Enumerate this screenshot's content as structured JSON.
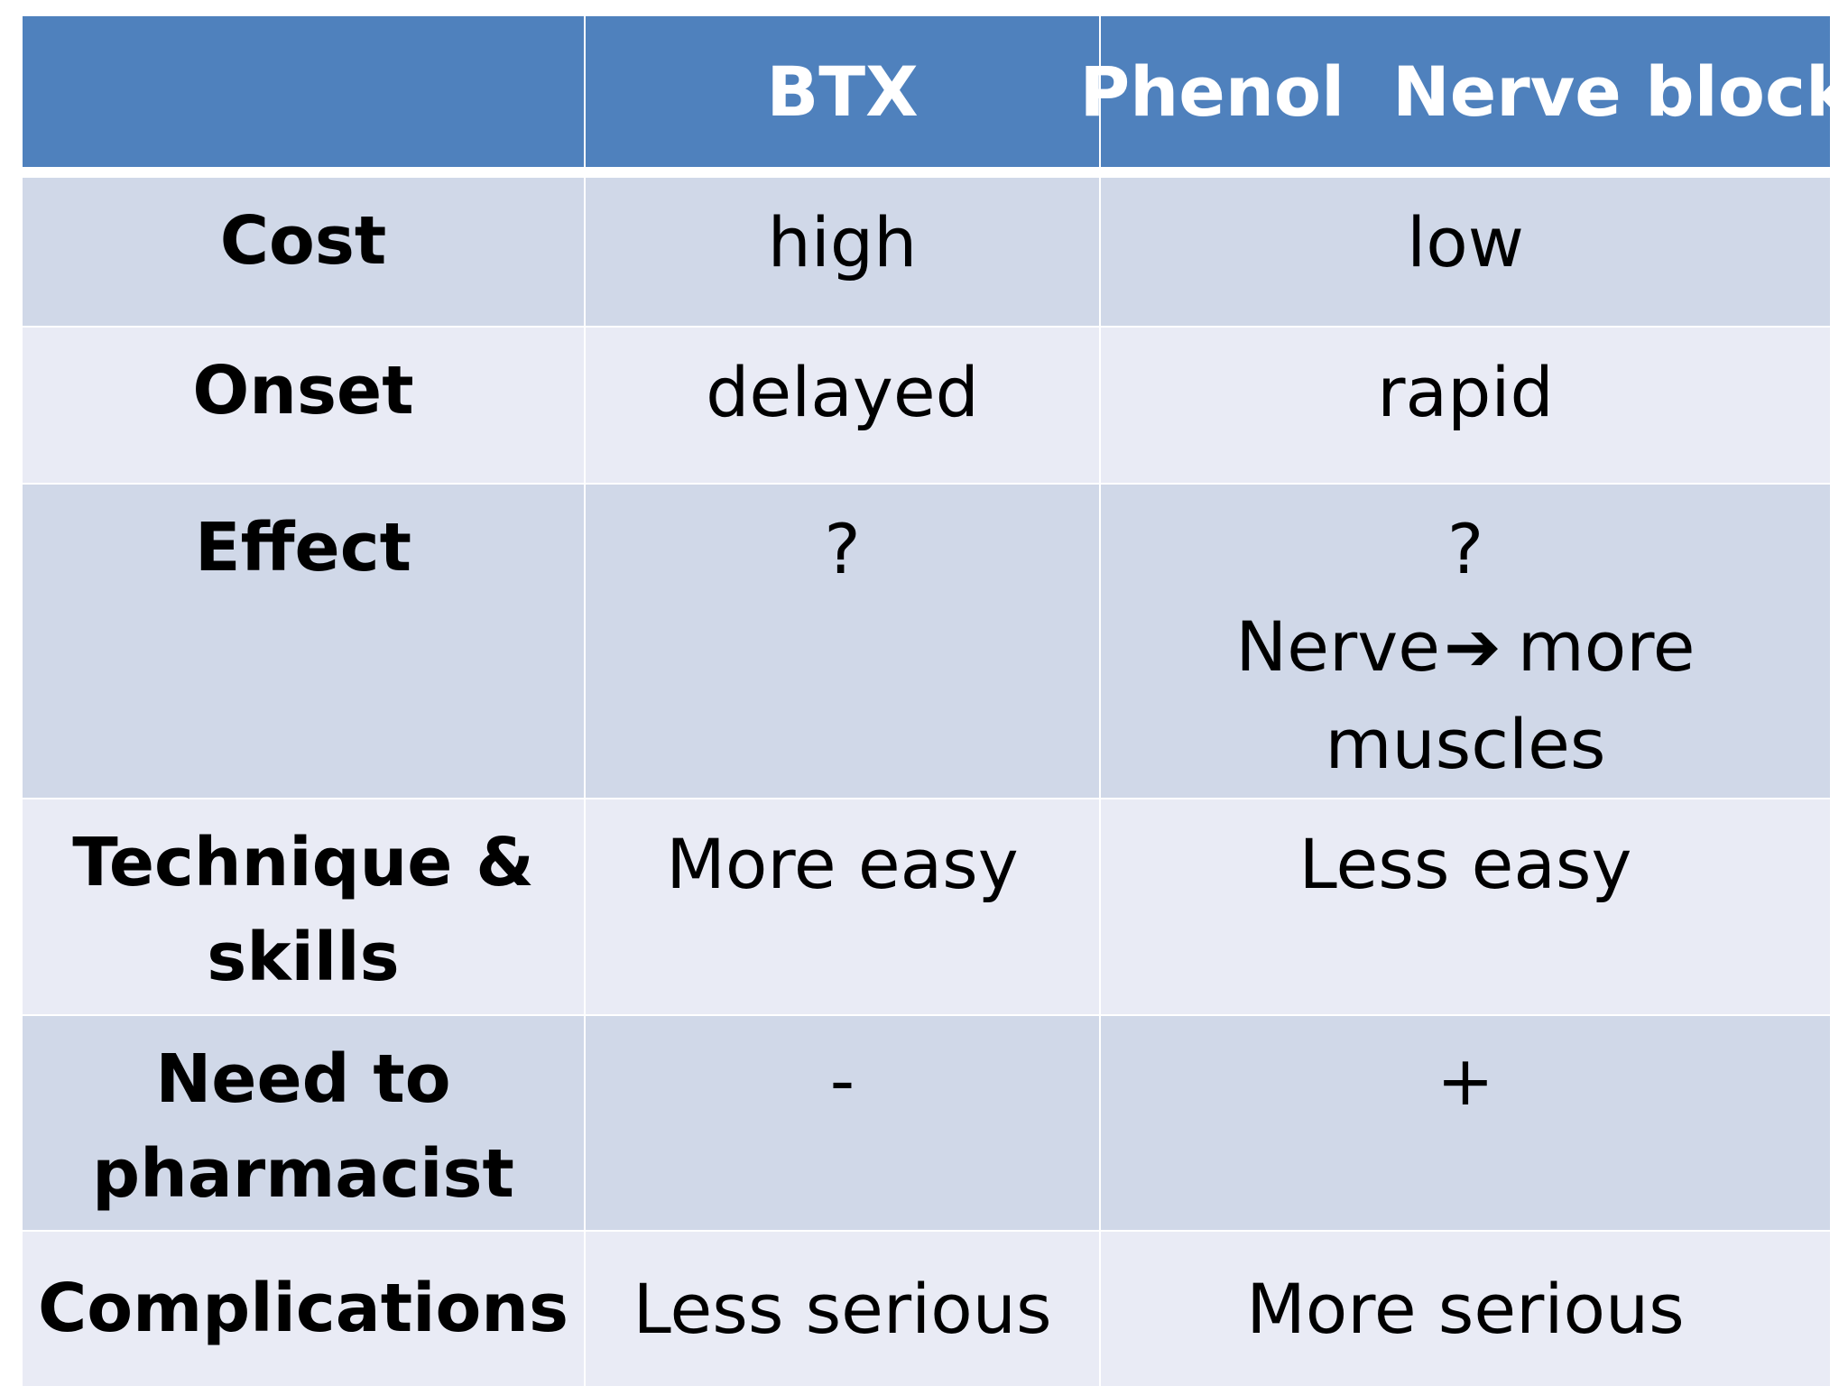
{
  "headers": [
    "",
    "BTX",
    "Phenol  Nerve block"
  ],
  "rows": [
    {
      "label": [
        "Cost"
      ],
      "btx": [
        "high"
      ],
      "phenol": [
        "low"
      ]
    },
    {
      "label": [
        "Onset"
      ],
      "btx": [
        "delayed"
      ],
      "phenol": [
        "rapid"
      ]
    },
    {
      "label": [
        "Effect"
      ],
      "btx": [
        "?"
      ],
      "phenol_line1": "?",
      "phenol_line2_a": "Nerve",
      "phenol_arrow": "➔",
      "phenol_line2_b": "more",
      "phenol_line3": "muscles"
    },
    {
      "label": [
        "Technique &",
        "skills"
      ],
      "btx": [
        "More easy"
      ],
      "phenol": [
        "Less easy"
      ]
    },
    {
      "label": [
        "Need to",
        "pharmacist"
      ],
      "btx": [
        "-"
      ],
      "phenol": [
        "+"
      ]
    },
    {
      "label": [
        "Complications"
      ],
      "btx": [
        "Less serious"
      ],
      "phenol": [
        "More serious"
      ]
    }
  ],
  "colors": {
    "header": "#4f81bd",
    "row_dark": "#d0d8e8",
    "row_light": "#e9ebf5"
  }
}
